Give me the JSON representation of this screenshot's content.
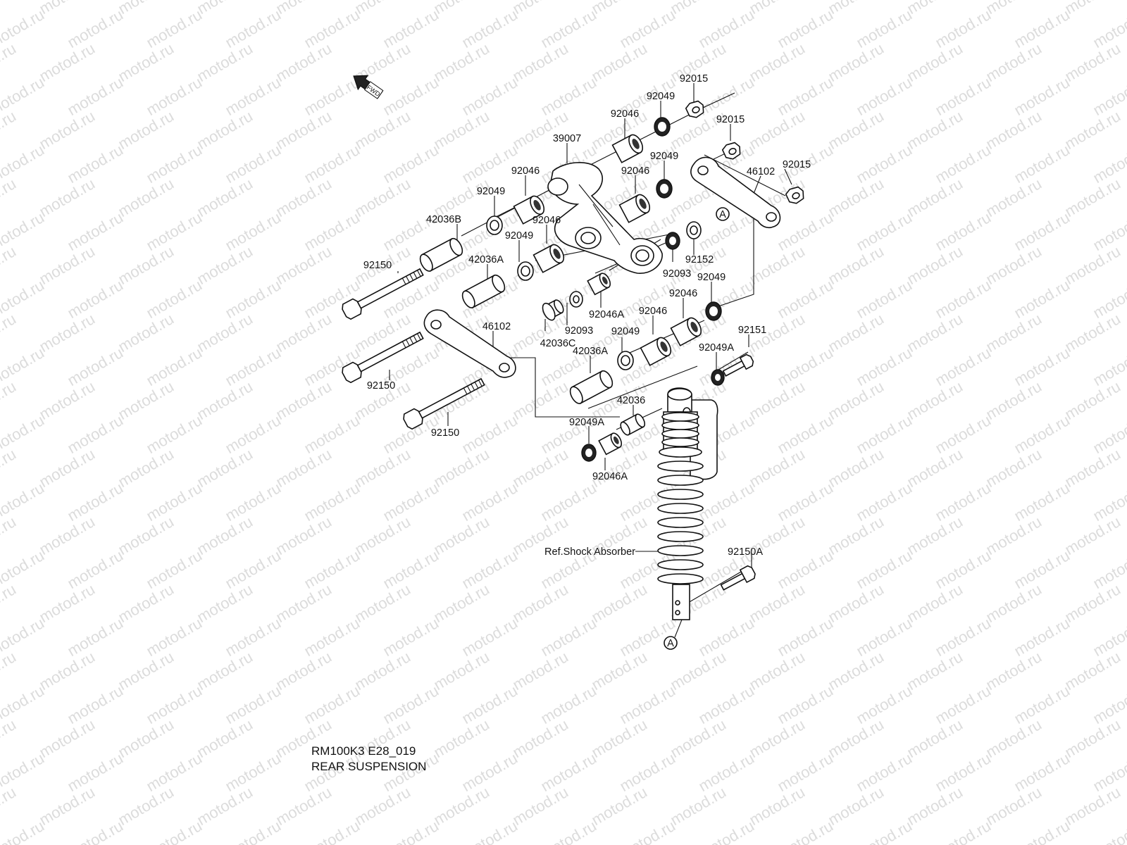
{
  "watermark": "motod.ru",
  "fwd_arrow": {
    "label": "FWD"
  },
  "ref_marker": "A",
  "labels": {
    "p92015_a": "92015",
    "p92049_a": "92049",
    "p92046_a": "92046",
    "p39007": "39007",
    "p92015_b": "92015",
    "p92049_b": "92049",
    "p46102_a": "46102",
    "p92015_c": "92015",
    "p92046_b": "92046",
    "p92046_c": "92046",
    "p92049_c": "92049",
    "p42036B": "42036B",
    "p92046_d": "92046",
    "p92049_d": "92049",
    "p92152": "92152",
    "p92150_a": "92150",
    "p42036A_a": "42036A",
    "p92093_a": "92093",
    "p92049_e": "92049",
    "p92046A_a": "92046A",
    "p92046_e": "92046",
    "p92093_b": "92093",
    "p46102_b": "46102",
    "p42036C": "42036C",
    "p92046_f": "92046",
    "p92049_f": "92049",
    "p92151": "92151",
    "p42036A_b": "42036A",
    "p92049A_a": "92049A",
    "p92150_b": "92150",
    "p42036": "42036",
    "p92049A_b": "92049A",
    "p92150_c": "92150",
    "p92046A_b": "92046A",
    "shock_ref": "Ref.Shock Absorber",
    "p92150A": "92150A"
  },
  "footer": {
    "code": "RM100K3 E28_019",
    "title": "REAR SUSPENSION"
  }
}
